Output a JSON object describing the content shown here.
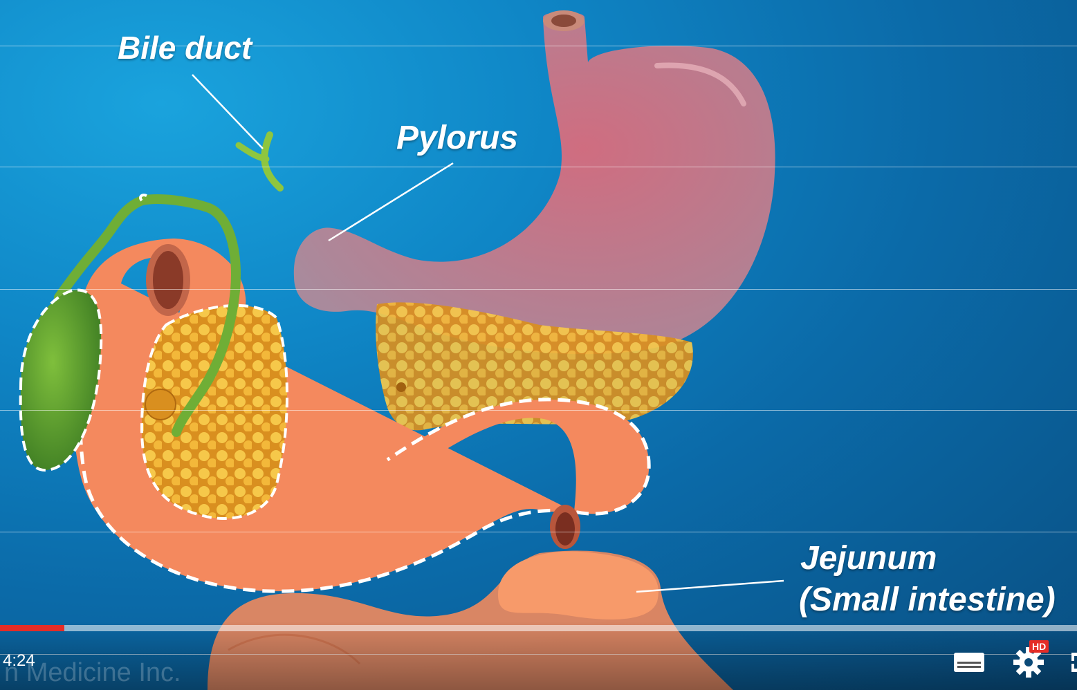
{
  "labels": {
    "bile_duct": "Bile duct",
    "pylorus": "Pylorus",
    "jejunum": "Jejunum",
    "small_intestine": "(Small intestine)"
  },
  "player": {
    "current_time": "4:24",
    "watermark": "n Medicine Inc.",
    "progress_fraction": 0.06,
    "hd_badge": "HD",
    "subtitles_icon": "subtitles-icon",
    "settings_icon": "gear-icon",
    "fullscreen_icon": "fullscreen-icon"
  },
  "colors": {
    "progress_played": "#e52d27",
    "background": "#0f86c6"
  }
}
